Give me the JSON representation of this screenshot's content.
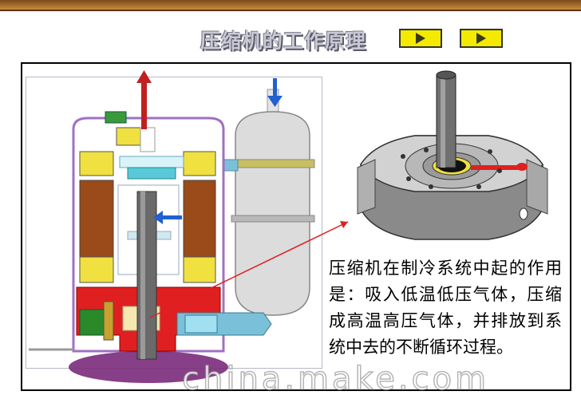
{
  "title": "压缩机的工作原理",
  "nav": {
    "buttons": [
      {
        "name": "play-button-1"
      },
      {
        "name": "play-button-2"
      }
    ]
  },
  "description": "压缩机在制冷系统中起的作用是：吸入低温低压气体，压缩成高温高压气体，并排放到系统中去的不断循环过程。",
  "watermark": "china.make.com",
  "colors": {
    "frame_band": "#a86a2c",
    "title_text": "#c9c9d6",
    "nav_button": "#f4ea00",
    "motor_winding": "#9b4a1a",
    "yellow_part": "#f0e040",
    "shaft": "#6a6a6a",
    "crankcase": "#e02020",
    "bearing": "#2a8a2a",
    "oil_sump": "#7a2a7a",
    "accumulator": "#dcdcdc",
    "inlet_pipe": "#7ac0d8",
    "arrow_discharge": "#c02020",
    "arrow_suction": "#2060d0",
    "pointer_line": "#e02020"
  },
  "icons": [
    "play-triangle-icon",
    "discharge-arrow-icon",
    "suction-arrow-icon",
    "gas-flow-arrow-icon"
  ]
}
